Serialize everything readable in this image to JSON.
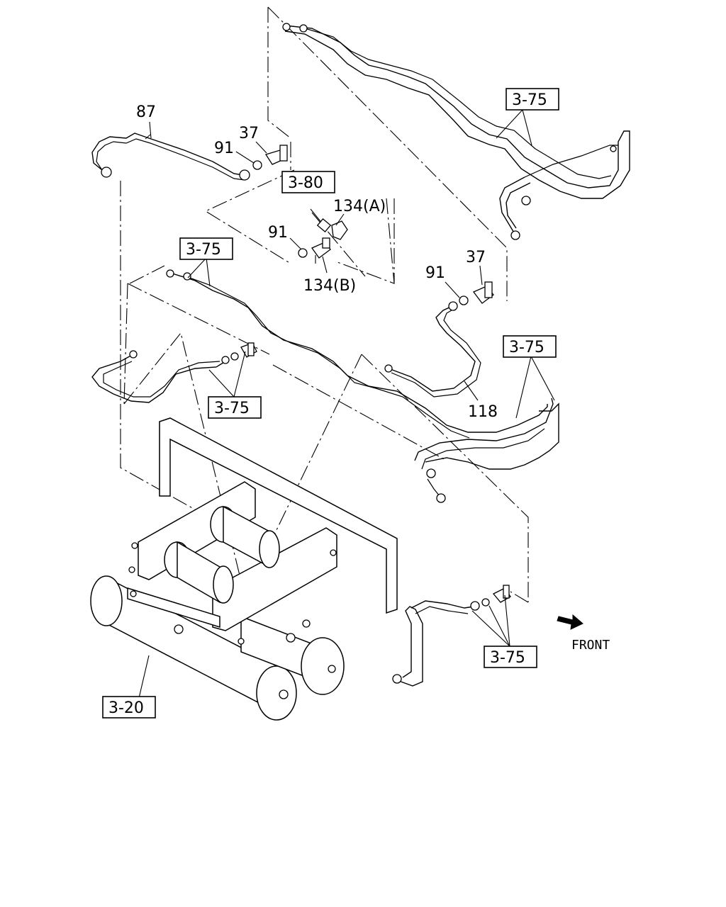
{
  "labels": {
    "p87": "87",
    "p37a": "37",
    "p91a": "91",
    "p134a": "134(A)",
    "p91b": "91",
    "p134b": "134(B)",
    "p91c": "91",
    "p37b": "37",
    "p118": "118"
  },
  "refs": {
    "r375_top": "3-75",
    "r380": "3-80",
    "r375_mid": "3-75",
    "r375_left": "3-75",
    "r375_right": "3-75",
    "r375_bottom": "3-75",
    "r320": "3-20"
  },
  "front_label": "FRONT"
}
